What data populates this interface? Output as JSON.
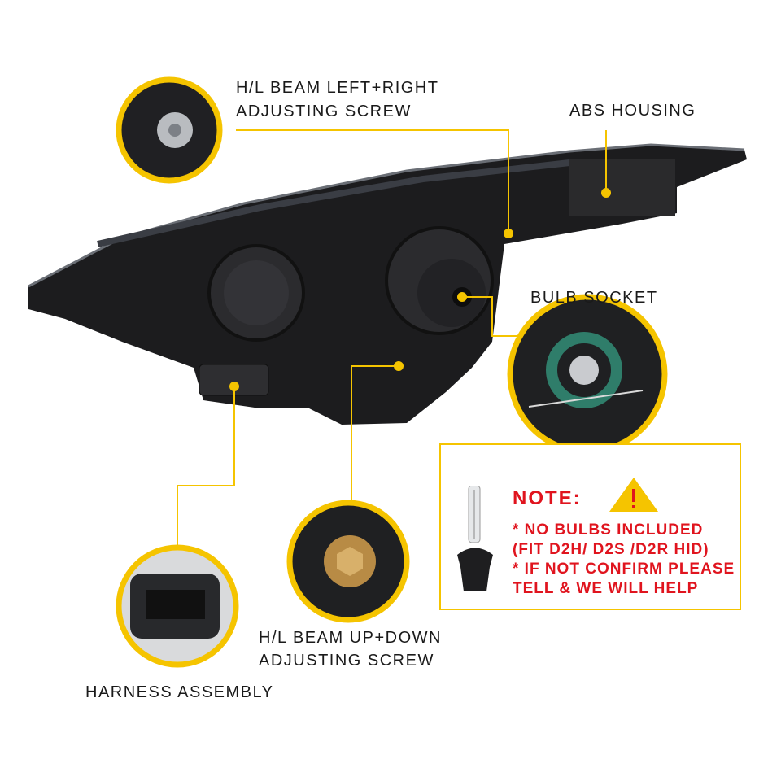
{
  "labels": {
    "lr_screw_line1": "H/L BEAM LEFT+RIGHT",
    "lr_screw_line2": "ADJUSTING SCREW",
    "abs_housing": "ABS HOUSING",
    "bulb_socket": "BULB SOCKET",
    "ud_screw_line1": "H/L BEAM UP+DOWN",
    "ud_screw_line2": "ADJUSTING SCREW",
    "harness": "HARNESS ASSEMBLY"
  },
  "note": {
    "title": "NOTE:",
    "lines": [
      "* NO BULBS INCLUDED",
      "(FIT D2H/ D2S /D2R HID)",
      "* IF NOT CONFIRM PLEASE",
      "TELL & WE WILL HELP"
    ],
    "warning_icon": "warning-triangle-icon"
  },
  "colors": {
    "accent": "#f5c400",
    "note_text": "#e0141e",
    "housing": "#1c1c1e"
  }
}
